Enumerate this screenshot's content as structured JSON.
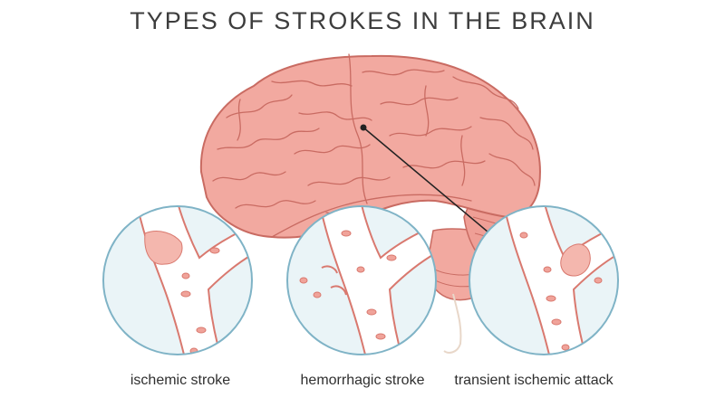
{
  "title": "TYPES OF STROKES IN THE BRAIN",
  "labels": {
    "ischemic": "ischemic stroke",
    "hemorrhagic": "hemorrhagic stroke",
    "tia": "transient ischemic attack"
  },
  "colors": {
    "brain_fill": "#f2a9a0",
    "brain_stroke": "#c96b62",
    "inset_bg": "#eaf4f7",
    "inset_border": "#7fb3c6",
    "vessel_wall": "#d9796f",
    "blood_cell": "#f0a39a",
    "clot": "#f4b7ae"
  }
}
